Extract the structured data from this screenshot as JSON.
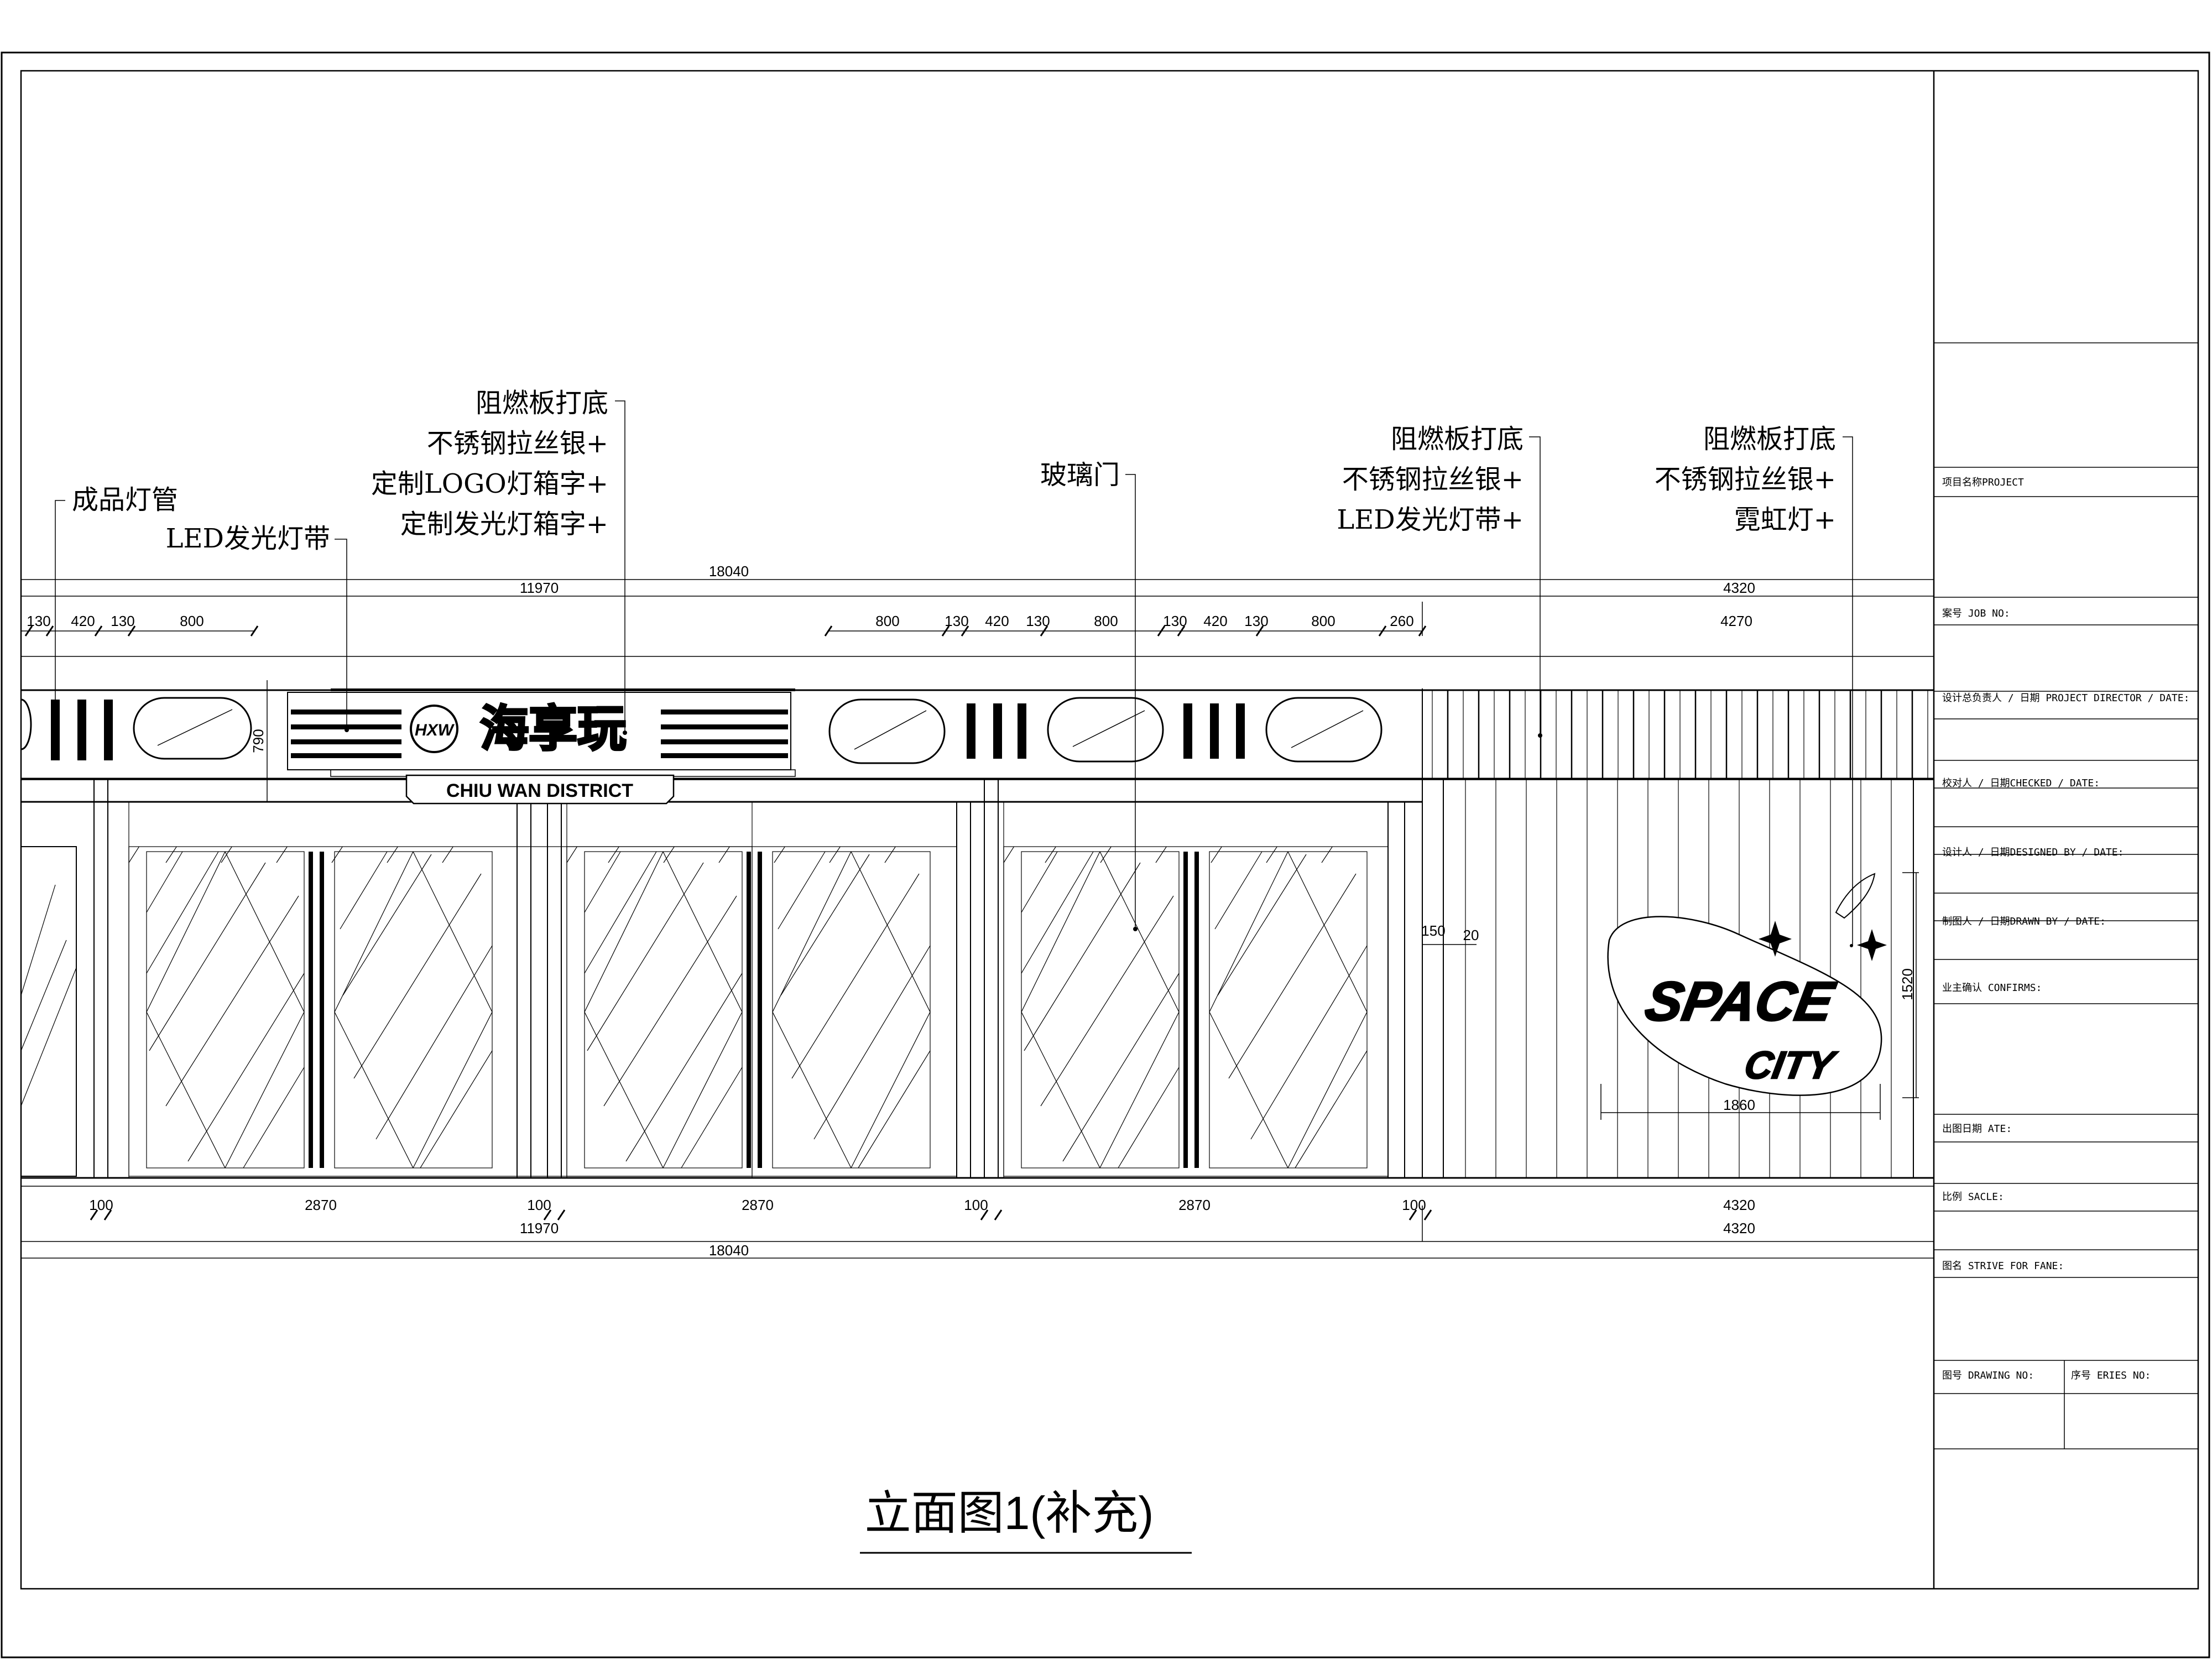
{
  "drawing": {
    "title": "立面图1(补充)",
    "sign_main_text": "海享玩",
    "sign_logo_text": "HXW",
    "sign_sub_text": "CHIU WAN DISTRICT",
    "neon_text_1": "SPACE",
    "neon_text_2": "CITY"
  },
  "annotations": {
    "lamp_tube": [
      "成品灯管",
      "LED发光灯带"
    ],
    "logo_sign": [
      "阻燃板打底",
      "不锈钢拉丝银+",
      "定制LOGO灯箱字+",
      "定制发光灯箱字+"
    ],
    "glass_door": [
      "玻璃门"
    ],
    "band_right": [
      "阻燃板打底",
      "不锈钢拉丝银+",
      "LED发光灯带+"
    ],
    "neon_wall": [
      "阻燃板打底",
      "不锈钢拉丝银+",
      "霓虹灯+"
    ]
  },
  "dimensions": {
    "top_total": "18040",
    "top_left": "11970",
    "top_right_outer": "4320",
    "top_right_inner": "4270",
    "top_segments": [
      "130",
      "420",
      "130",
      "800",
      "800",
      "130",
      "420",
      "130",
      "800",
      "130",
      "420",
      "130",
      "800",
      "260"
    ],
    "sign_height": "790",
    "neon_height": "1520",
    "neon_width": "1860",
    "wall_offset_a": "150",
    "wall_offset_b": "20",
    "bottom_segments": [
      "100",
      "2870",
      "100",
      "2870",
      "100",
      "2870",
      "100",
      "4320"
    ],
    "bottom_left": "11970",
    "bottom_right": "4320",
    "bottom_total": "18040"
  },
  "title_block": {
    "project": "项目名称PROJECT",
    "job_no": "案号 JOB NO:",
    "director": "设计总负责人 / 日期 PROJECT DIRECTOR / DATE:",
    "checked": "校对人 / 日期CHECKED / DATE:",
    "designed": "设计人 / 日期DESIGNED BY / DATE:",
    "drawn": "制图人 / 日期DRAWN BY / DATE:",
    "confirms": "业主确认 CONFIRMS:",
    "date": "出图日期 ATE:",
    "scale": "比例 SACLE:",
    "drawing_name": "图名 STRIVE FOR FANE:",
    "drawing_no": "图号 DRAWING NO:",
    "series_no": "序号 ERIES NO:"
  }
}
